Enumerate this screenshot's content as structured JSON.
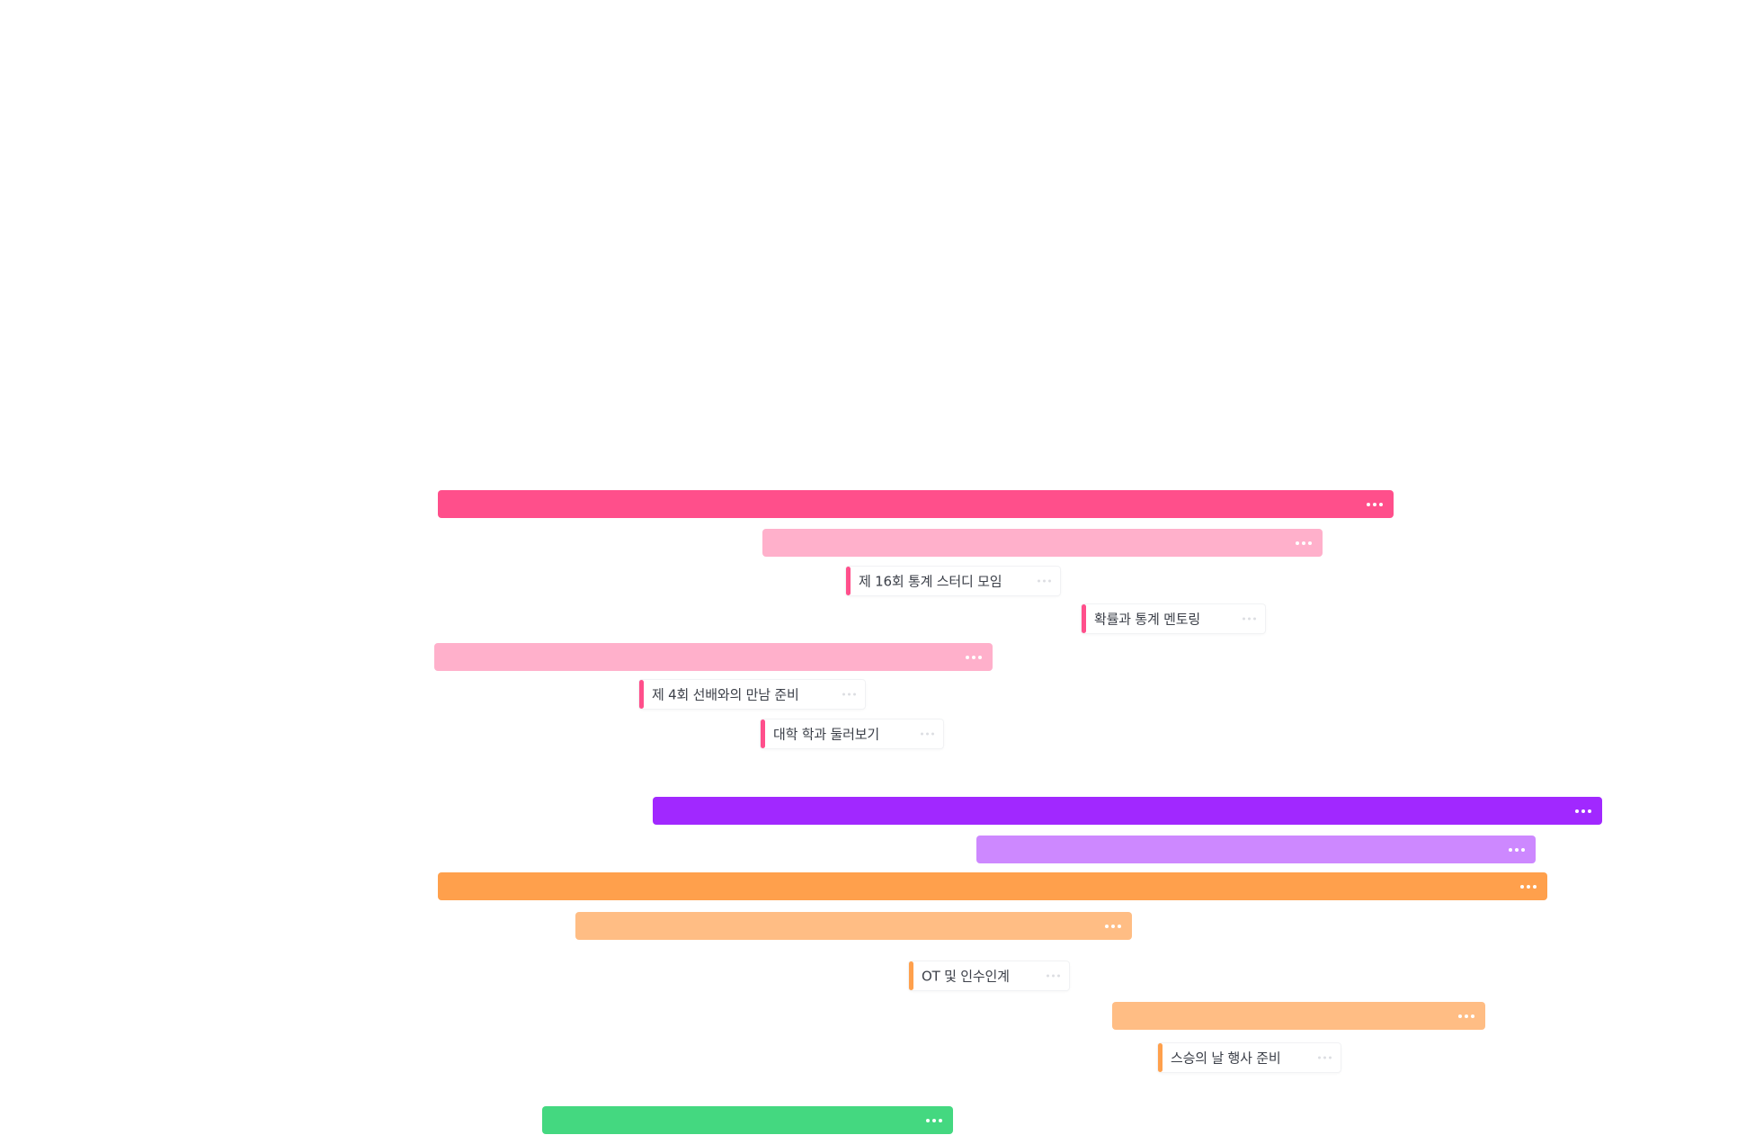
{
  "colors": {
    "pink": "#ff4f8b",
    "pink_light": "#ffb0cb",
    "purple": "#a128ff",
    "purple_light": "#cd88ff",
    "orange": "#ffa04c",
    "orange_light": "#ffbd84",
    "green": "#44d880",
    "card_text": "#3c4049"
  },
  "timeline": {
    "rows": [
      {
        "kind": "bar",
        "name": "timeline-bar-pink",
        "color": "pink",
        "menu_icon": "more-horizontal-icon"
      },
      {
        "kind": "bar",
        "name": "timeline-bar-pink-light-1",
        "color": "pink_light",
        "menu_icon": "more-horizontal-icon"
      },
      {
        "kind": "card",
        "name": "task-card",
        "label": "제 16회 통계 스터디 모임",
        "color": "pink",
        "menu_icon": "more-horizontal-icon"
      },
      {
        "kind": "card",
        "name": "task-card",
        "label": "확률과 통계 멘토링",
        "color": "pink",
        "menu_icon": "more-horizontal-icon"
      },
      {
        "kind": "bar",
        "name": "timeline-bar-pink-light-2",
        "color": "pink_light",
        "menu_icon": "more-horizontal-icon"
      },
      {
        "kind": "card",
        "name": "task-card",
        "label": "제 4회 선배와의 만남 준비",
        "color": "pink",
        "menu_icon": "more-horizontal-icon"
      },
      {
        "kind": "card",
        "name": "task-card",
        "label": "대학 학과 둘러보기",
        "color": "pink",
        "menu_icon": "more-horizontal-icon"
      },
      {
        "kind": "bar",
        "name": "timeline-bar-purple",
        "color": "purple",
        "menu_icon": "more-horizontal-icon"
      },
      {
        "kind": "bar",
        "name": "timeline-bar-purple-light",
        "color": "purple_light",
        "menu_icon": "more-horizontal-icon"
      },
      {
        "kind": "bar",
        "name": "timeline-bar-orange",
        "color": "orange",
        "menu_icon": "more-horizontal-icon"
      },
      {
        "kind": "bar",
        "name": "timeline-bar-orange-light-1",
        "color": "orange_light",
        "menu_icon": "more-horizontal-icon"
      },
      {
        "kind": "card",
        "name": "task-card",
        "label": "OT 및 인수인계",
        "color": "orange",
        "menu_icon": "more-horizontal-icon"
      },
      {
        "kind": "bar",
        "name": "timeline-bar-orange-light-2",
        "color": "orange_light",
        "menu_icon": "more-horizontal-icon"
      },
      {
        "kind": "card",
        "name": "task-card",
        "label": "스승의 날 행사 준비",
        "color": "orange",
        "menu_icon": "more-horizontal-icon"
      },
      {
        "kind": "bar",
        "name": "timeline-bar-green",
        "color": "green",
        "menu_icon": "more-horizontal-icon"
      }
    ]
  }
}
